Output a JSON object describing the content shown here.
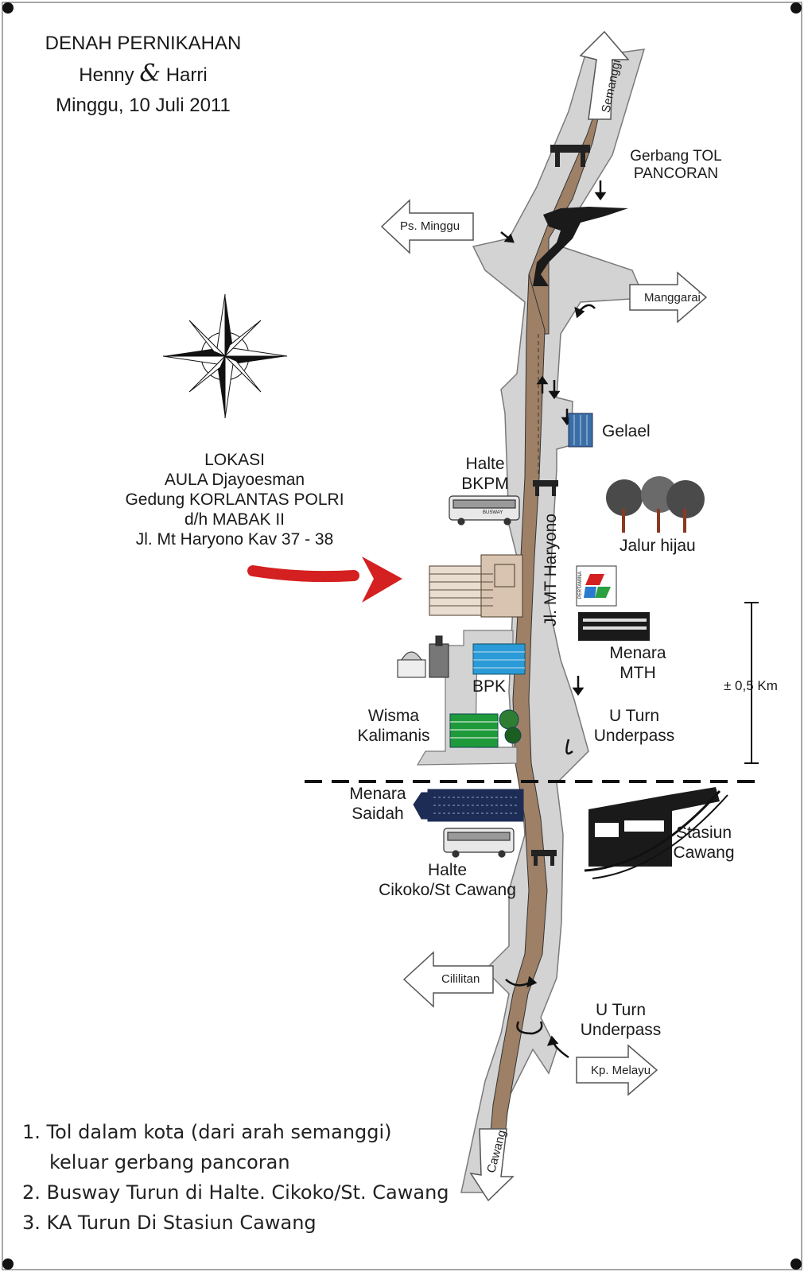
{
  "header": {
    "title": "DENAH PERNIKAHAN",
    "name_left": "Henny",
    "ampersand": "&",
    "name_right": "Harri",
    "date": "Minggu, 10 Juli 2011"
  },
  "location": {
    "lines": [
      "LOKASI",
      "AULA Djayoesman",
      "Gedung KORLANTAS POLRI",
      "d/h MABAK II",
      "Jl. Mt Haryono Kav 37 - 38"
    ]
  },
  "road_name": "Jl. MT Haryono",
  "directions": {
    "semanggi": "Semanggi",
    "ps_minggu": "Ps. Minggu",
    "manggarai": "Manggarai",
    "cililitan": "Cililitan",
    "kp_melayu": "Kp. Melayu",
    "cawang": "Cawang"
  },
  "landmarks": {
    "gerbang_tol": [
      "Gerbang TOL",
      "PANCORAN"
    ],
    "gelael": "Gelael",
    "halte_bkpm": [
      "Halte",
      "BKPM"
    ],
    "jalur_hijau": "Jalur hijau",
    "menara_mth": [
      "Menara",
      "MTH"
    ],
    "bpk": "BPK",
    "wisma_kalimanis": [
      "Wisma",
      "Kalimanis"
    ],
    "u_turn_1": [
      "U Turn",
      "Underpass"
    ],
    "menara_saidah": [
      "Menara",
      "Saidah"
    ],
    "stasiun_cawang": [
      "Stasiun",
      "Cawang"
    ],
    "halte_cikoko": [
      "Halte",
      "Cikoko/St Cawang"
    ],
    "u_turn_2": [
      "U Turn",
      "Underpass"
    ],
    "pertamina_logo": "PERTAMINA",
    "busway_sign": "BUSWAY"
  },
  "scale_label": "± 0,5 Km",
  "notes": [
    "1. Tol dalam kota (dari arah semanggi)",
    "keluar gerbang pancoran",
    "2. Busway Turun di Halte. Cikoko/St. Cawang",
    "3. KA Turun Di Stasiun Cawang"
  ],
  "colors": {
    "road_outer": "#d3d3d3",
    "road_inner": "#9e8066",
    "arrow_red": "#d42020",
    "building_blue": "#2a9bd8",
    "building_green": "#1f9a3a",
    "navy": "#1c2c55",
    "tree": "#4a4a4a"
  }
}
